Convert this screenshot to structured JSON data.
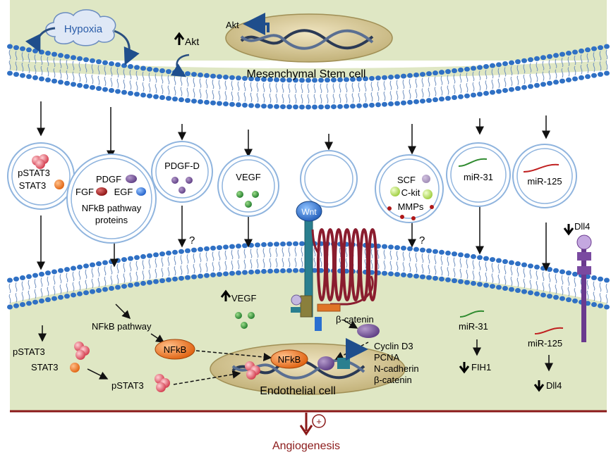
{
  "top_cell": {
    "hypoxia": "Hypoxia",
    "akt_nucleus": "Akt",
    "akt_up": "Akt",
    "cell_name": "Mesenchymal Stem cell"
  },
  "vesicles": {
    "stat": [
      "pSTAT3",
      "STAT3"
    ],
    "growth_factors": {
      "pdgf": "PDGF",
      "fgf": "FGF",
      "egf": "EGF",
      "nfkb_line1": "NFkB pathway",
      "nfkb_line2": "proteins"
    },
    "pdgfd": "PDGF-D",
    "vegf": "VEGF",
    "scf": "SCF",
    "ckit": "C-kit",
    "mmps": "MMPs",
    "mir31": "miR-31",
    "mir125": "miR-125"
  },
  "question_marks": [
    "?",
    "?"
  ],
  "bottom_cell": {
    "dll4_receptor": "Dll4",
    "wnt": "Wnt",
    "vegf_up": "VEGF",
    "nfkb_pathway": "NFkB pathway",
    "nfkb": "NFkB",
    "nfkb_nucleus": "NFkB",
    "pstat3": "pSTAT3",
    "stat3": "STAT3",
    "pstat3_2": "pSTAT3",
    "beta_catenin": "β-catenin",
    "targets": [
      "Cyclin D3",
      "PCNA",
      "N-cadherin",
      "β-catenin"
    ],
    "cell_name": "Endothelial cell",
    "mir31": "miR-31",
    "fih1": "FIH1",
    "mir125": "miR-125",
    "dll4": "Dll4"
  },
  "angiogenesis": "Angiogenesis",
  "plus": "+",
  "colors": {
    "cytoplasm": "#dfe7c4",
    "membrane_head": "#2f70c4",
    "membrane_tail": "#6e8fbf",
    "nucleus": "#d8c99a",
    "nfkb": "#e8621c",
    "stat": "#e05a6a",
    "angiogenesis": "#8b1a1a"
  }
}
